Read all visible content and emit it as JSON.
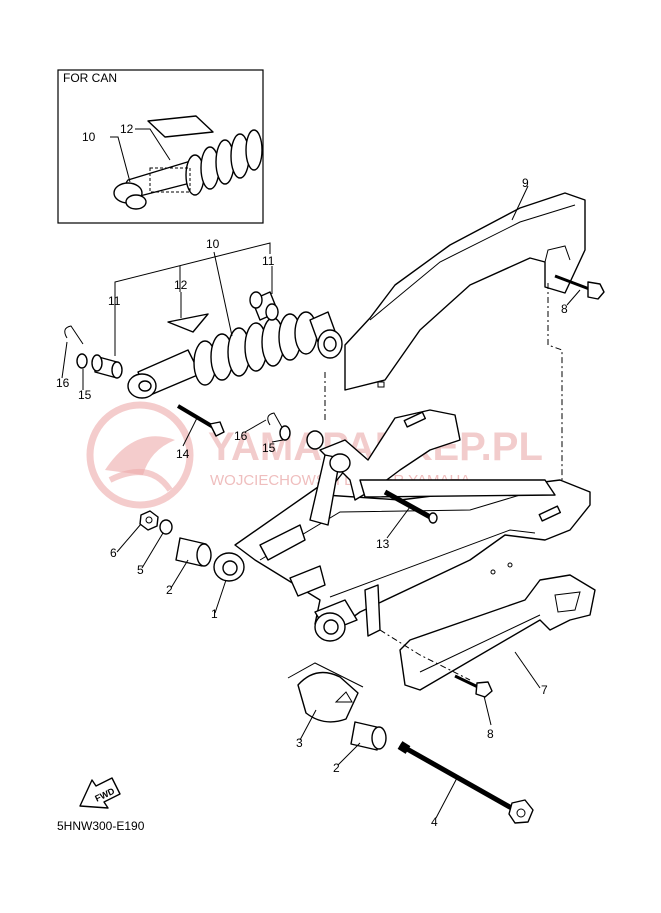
{
  "inset": {
    "title": "FOR CAN",
    "callouts": [
      "10",
      "12"
    ]
  },
  "callouts": [
    "1",
    "2",
    "2",
    "3",
    "4",
    "5",
    "6",
    "7",
    "8",
    "8",
    "9",
    "10",
    "11",
    "11",
    "12",
    "13",
    "14",
    "15",
    "15",
    "16",
    "16"
  ],
  "fwd_label": "FWD",
  "diagram_code": "5HNW300-E190",
  "watermark": {
    "line1": "YAMAPARKEP.PL",
    "line2": "WOJCIECHOWSKI DEALER YAMAHA"
  },
  "colors": {
    "line": "#000000",
    "background": "#ffffff",
    "watermark": "#e9a3a3"
  }
}
